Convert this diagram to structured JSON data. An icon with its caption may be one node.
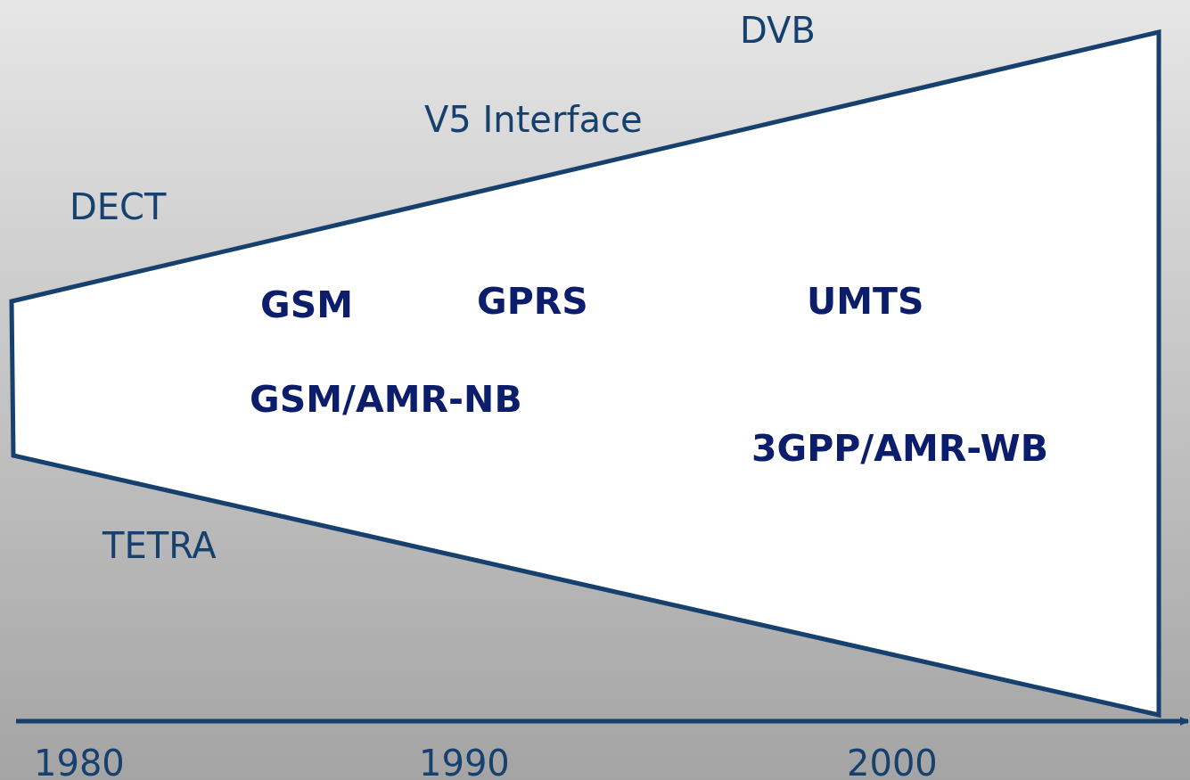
{
  "diagram": {
    "nodes": [
      {
        "text": [
          "GSM",
          "GPRS",
          "UMTS",
          "GSM/AMR-NB",
          "3GPP/AMR-WB"
        ]
      }
    ],
    "edges": [],
    "labels": [
      "DVB",
      "V5 Interface",
      "DECT",
      "TETRA",
      "1980",
      "1990",
      "2000"
    ]
  }
}
